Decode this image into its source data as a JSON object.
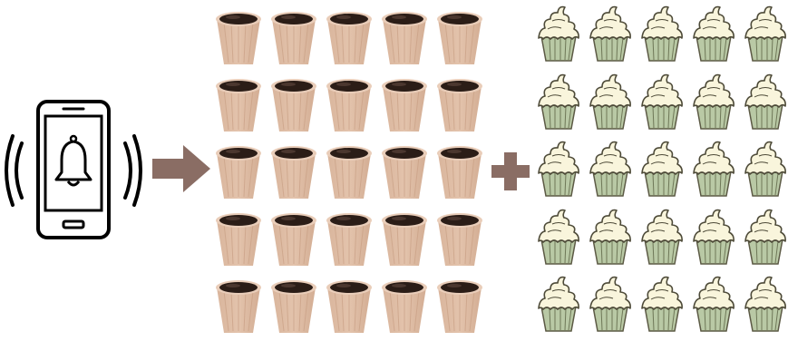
{
  "phone": {
    "icon": "phone-ringing-bell-icon"
  },
  "arrow": {
    "icon": "arrow-right-icon",
    "color": "#8a6d64"
  },
  "plus": {
    "icon": "plus-icon",
    "color": "#8a6d64"
  },
  "coffee_cups": {
    "icon": "coffee-cup-icon",
    "rows": 5,
    "columns": 5,
    "count": 25,
    "cup_color": "#e3c3ac",
    "coffee_color": "#2b1d17"
  },
  "cupcakes": {
    "icon": "cupcake-icon",
    "rows": 5,
    "columns": 5,
    "count": 25,
    "frosting_color": "#f9f5dc",
    "wrapper_color": "#b9c9a5"
  }
}
